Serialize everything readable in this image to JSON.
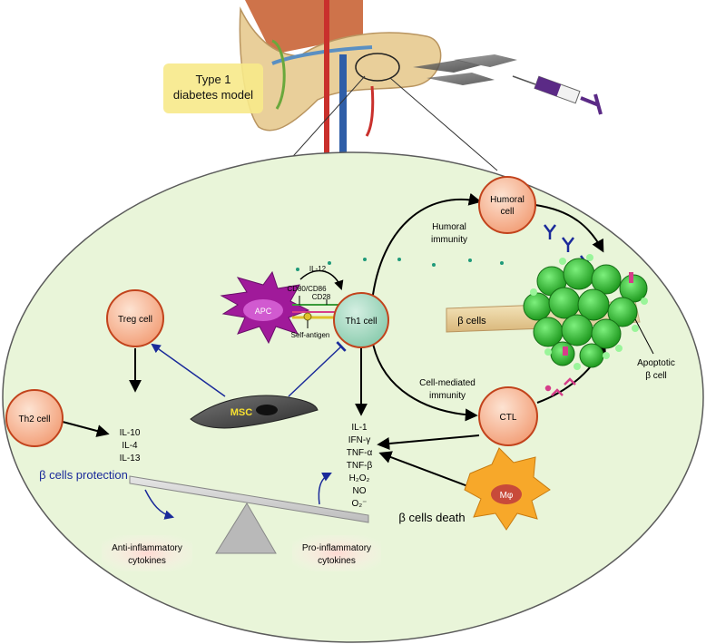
{
  "labels": {
    "model_line1": "Type 1",
    "model_line2": "diabetes model",
    "humoral_cell_line1": "Humoral",
    "humoral_cell_line2": "cell",
    "humoral_immunity_line1": "Humoral",
    "humoral_immunity_line2": "immunity",
    "il12": "IL-12",
    "cd80_cd86": "CD80/CD86",
    "cd28": "CD28",
    "apc": "APC",
    "th1": "Th1 cell",
    "self_antigen": "Self-antigen",
    "treg": "Treg cell",
    "beta_cells": "β cells",
    "apoptotic_line1": "Apoptotic",
    "apoptotic_line2": "β cell",
    "cell_mediated_line1": "Cell-mediated",
    "cell_mediated_line2": "immunity",
    "th2": "Th2 cell",
    "msc": "MSC",
    "ctl": "CTL",
    "anti_cytokines": [
      "IL-10",
      "IL-4",
      "IL-13"
    ],
    "pro_cytokines": [
      "IL-1",
      "IFN-γ",
      "TNF-α",
      "TNF-β",
      "H₂O₂",
      "NO",
      "O₂⁻"
    ],
    "protection": "β cells protection",
    "death": "β cells death",
    "mphi": "Mφ",
    "anti_box_line1": "Anti-inflammatory",
    "anti_box_line2": "cytokines",
    "pro_box_line1": "Pro-inflammatory",
    "pro_box_line2": "cytokines"
  },
  "colors": {
    "ellipse_fill": "#e9f5d9",
    "cell_fill": "#f7c7a8",
    "cell_stroke": "#c2431c",
    "th1_fill": "#a8d9c0",
    "apc_fill": "#a01a9a",
    "beta_green": "#3bc43b",
    "model_box": "#f7e98a",
    "arrow_blue": "#1a2a9a",
    "protection_text": "#1a2a9a"
  },
  "icons": [
    "pancreas-illustration",
    "syringe-icon",
    "msc-cell-icon",
    "apc-cell-icon",
    "macrophage-icon",
    "beta-cell-cluster-icon",
    "seesaw-icon"
  ]
}
